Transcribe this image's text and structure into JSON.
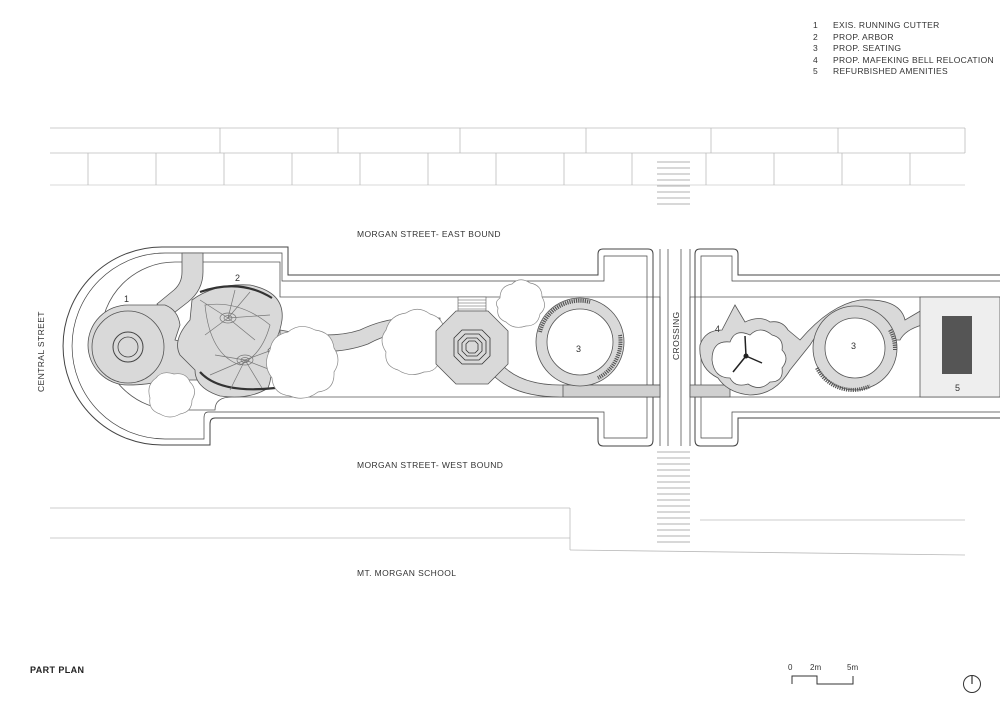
{
  "legend": {
    "items": [
      {
        "num": "1",
        "text": "EXIS. RUNNING CUTTER"
      },
      {
        "num": "2",
        "text": "PROP. ARBOR"
      },
      {
        "num": "3",
        "text": "PROP. SEATING"
      },
      {
        "num": "4",
        "text": "PROP. MAFEKING BELL RELOCATION"
      },
      {
        "num": "5",
        "text": "REFURBISHED AMENITIES"
      }
    ]
  },
  "streets": {
    "east": "MORGAN STREET- EAST BOUND",
    "west": "MORGAN STREET- WEST BOUND",
    "central": "CENTRAL STREET",
    "school": "MT. MORGAN SCHOOL",
    "crossing": "CROSSING"
  },
  "markers": {
    "m1": "1",
    "m2": "2",
    "m3a": "3",
    "m3b": "3",
    "m4": "4",
    "m5": "5"
  },
  "title": "PART PLAN",
  "scale": {
    "zero": "0",
    "mid": "2m",
    "end": "5m"
  },
  "colors": {
    "line": "#555555",
    "paving": "#d9d9d9",
    "fill_dark": "#555555"
  }
}
